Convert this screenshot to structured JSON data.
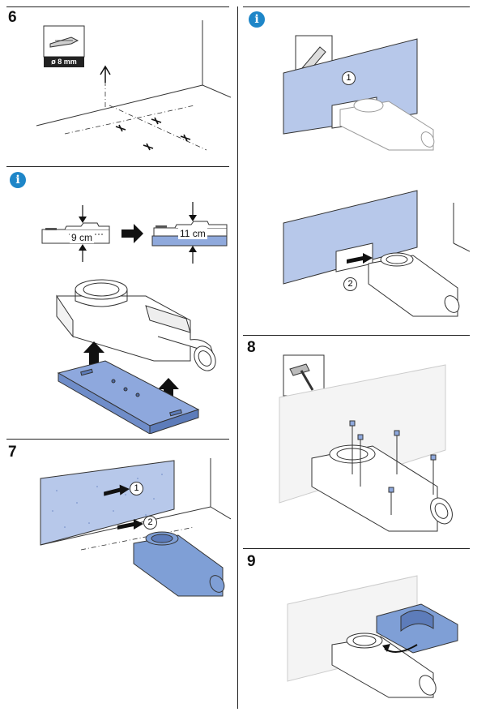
{
  "steps": {
    "s6": "6",
    "s7": "7",
    "s8": "8",
    "s9": "9"
  },
  "info_icon_glyph": "i",
  "drill": {
    "size_label": "ø 8 mm",
    "icon": "drill-bit-icon"
  },
  "height_info": {
    "before_label": "9 cm",
    "after_label": "11 cm"
  },
  "callouts": {
    "c1": "1",
    "c2": "2"
  },
  "tools": {
    "cutter": "utility-knife-icon",
    "hammer": "hammer-icon"
  },
  "colors": {
    "blue_part": "#7f9fd6",
    "blue_board": "#a9bde6",
    "info_blue": "#1e86c8"
  }
}
